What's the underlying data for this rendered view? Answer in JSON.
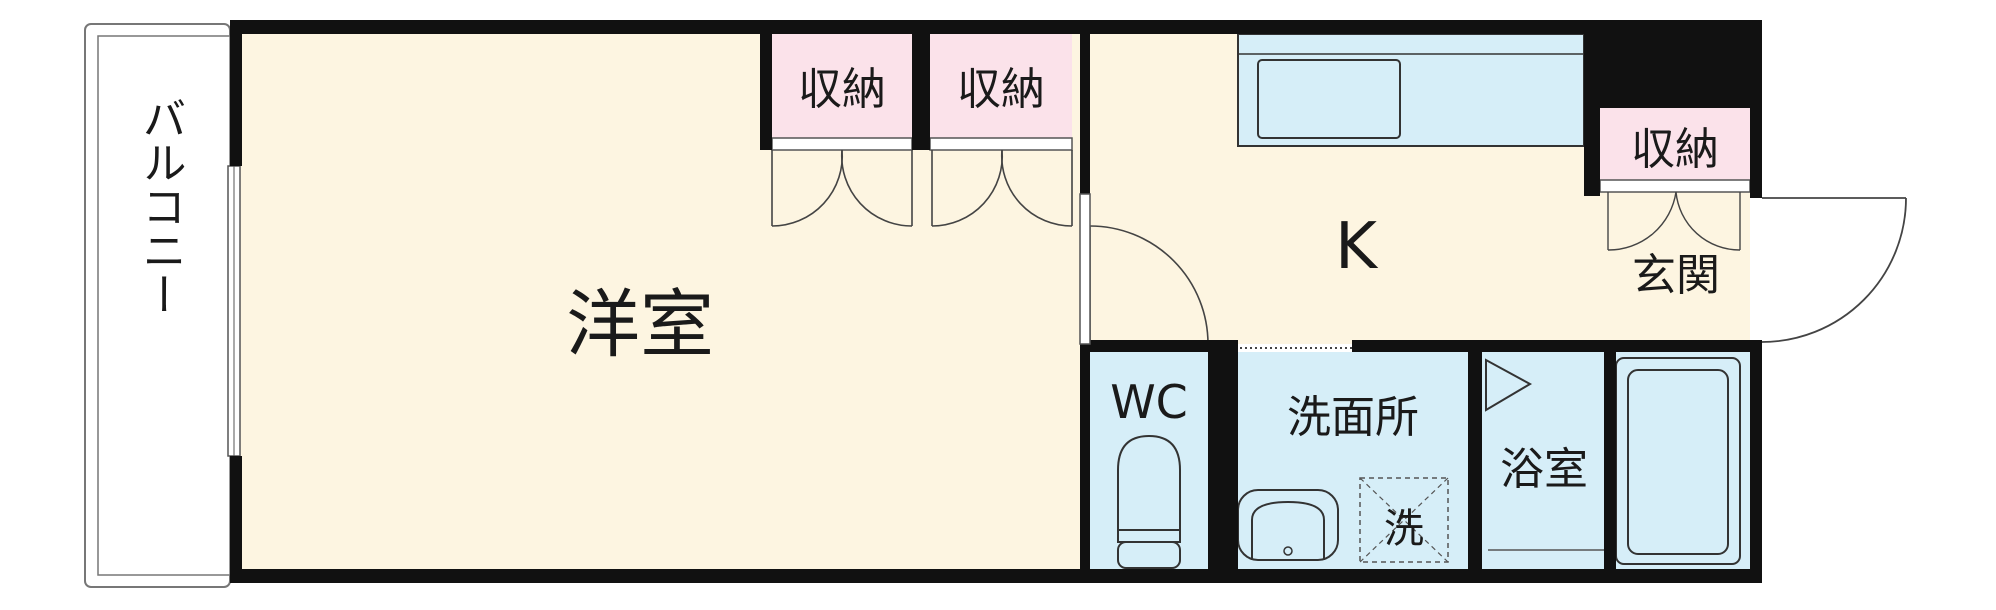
{
  "rooms": {
    "western_room": "洋室",
    "kitchen": "K",
    "entrance": "玄関",
    "toilet": "WC",
    "washroom": "洗面所",
    "bathroom": "浴室",
    "balcony": "バルコニー"
  },
  "storage": {
    "left": "収納",
    "middle": "収納",
    "entrance": "収納"
  },
  "fixtures": {
    "washer_mark": "洗"
  },
  "colors": {
    "wall": "#111111",
    "western_floor": "#fdf5e1",
    "wet_area": "#d6eef8",
    "storage": "#fbe2ea",
    "line": "#555555"
  }
}
